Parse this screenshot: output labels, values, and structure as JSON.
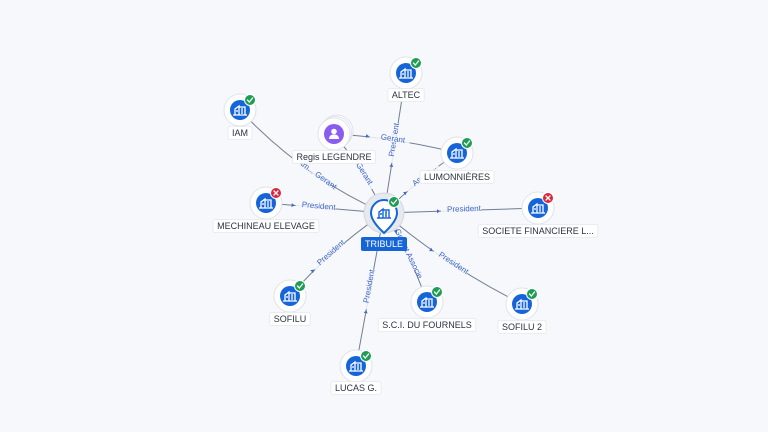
{
  "center": {
    "label": "TRIBULE",
    "status": "active"
  },
  "colors": {
    "company": "#1565d8",
    "person": "#8a5cf0",
    "ok": "#1f9d55",
    "error": "#d7263d",
    "edge_label": "#3f66c8"
  },
  "nodes": [
    {
      "id": "altec",
      "label": "ALTEC",
      "kind": "company",
      "status": "ok"
    },
    {
      "id": "iam",
      "label": "IAM",
      "kind": "company",
      "status": "ok"
    },
    {
      "id": "regis",
      "label": "Regis LEGENDRE",
      "kind": "person",
      "status": ""
    },
    {
      "id": "lumon",
      "label": "LUMONNIÈRES",
      "kind": "company",
      "status": "ok"
    },
    {
      "id": "mech",
      "label": "MECHINEAU ELEVAGE",
      "kind": "company",
      "status": "error"
    },
    {
      "id": "sfl",
      "label": "SOCIETE FINANCIERE L...",
      "kind": "company",
      "status": "error"
    },
    {
      "id": "sofilu",
      "label": "SOFILU",
      "kind": "company",
      "status": "ok"
    },
    {
      "id": "sci",
      "label": "S.C.I. DU FOURNELS",
      "kind": "company",
      "status": "ok"
    },
    {
      "id": "sofilu2",
      "label": "SOFILU 2",
      "kind": "company",
      "status": "ok"
    },
    {
      "id": "lucas",
      "label": "LUCAS G.",
      "kind": "company",
      "status": "ok"
    }
  ],
  "edge_labels": {
    "altec": "President",
    "iam": "Am... Gerant",
    "regis_lumon": "Gerant",
    "regis_center": "Gerant",
    "lumon": "Assoc...",
    "mech": "President",
    "sfl": "President",
    "sofilu": "President",
    "sci": "Gerant Associe",
    "sofilu2": "President",
    "lucas": "President"
  }
}
